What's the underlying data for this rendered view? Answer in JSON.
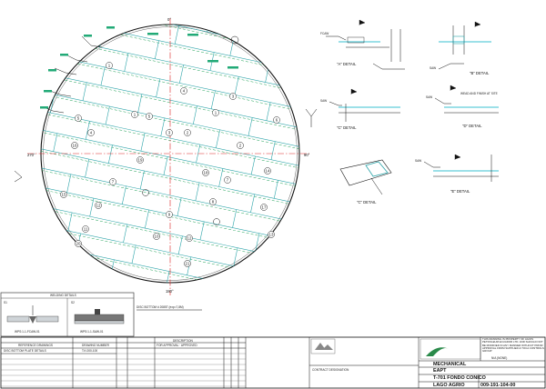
{
  "plan": {
    "angle_top": "0°",
    "angle_right": "90°",
    "angle_bottom": "180°",
    "angle_left": "270°",
    "caption": "DISC BOTTOM # 2085T (exp=7,8M)",
    "plate_numbers": [
      "1",
      "1",
      "1",
      "2",
      "2",
      "3",
      "3",
      "4",
      "4",
      "5",
      "5",
      "6",
      "7",
      "7",
      "8",
      "9",
      "10",
      "11",
      "12",
      "12",
      "13",
      "14",
      "15",
      "16",
      "17",
      "18",
      "19",
      "20",
      "21"
    ]
  },
  "details": {
    "a": "\"A\" DETAIL",
    "b": "\"B\" DETAIL",
    "c": "\"C\" DETAIL",
    "d": "\"D\" DETAIL",
    "e": "\"E\" DETAIL",
    "weld_note": "WEAD AND FINISH AT SITE"
  },
  "welding": {
    "title": "WELDING DETAILS",
    "s1": "S1",
    "s2": "S2",
    "wps1": "WPS:1-1-FCAW-01",
    "wps2": "WPS:1-1-SAW-01"
  },
  "title_block": {
    "discipline": "MECHANICAL",
    "company": "EAPT",
    "drawing_title": "T-701 FONDO CONICO",
    "location": "LAGO AGRIO",
    "drawing_number": "009-191-104-00",
    "ref_header": "REFERENCE DRAWINGS",
    "drawing_no_header": "DRAWING NUMBER",
    "ref_row": "DISC BOTTOM PLATE DETAILS",
    "ref_row_no": "T.K.000-100",
    "rev_header": "DESCRIPTION",
    "rev_row": "FOR APPROVAL · APPROVED",
    "company_block": "CONTRACT DESIGNATION",
    "scale": "N/A (NONE)"
  },
  "notes": "THIS DRAWING IS PROPERTY OF AGIOS PETROLEUM ECUADOR LTD. AND SHOULD NOT BE MODIFIED IN ANY MANNER WITHOUT PRIOR APPROVAL FROM SUPPLIER & TOCA CONTROLS GROUP"
}
